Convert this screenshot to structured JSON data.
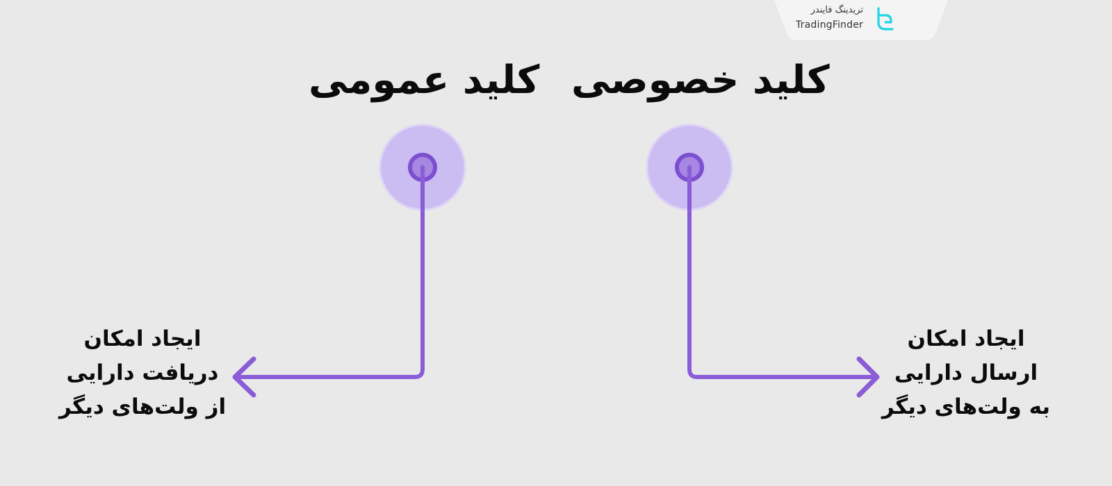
{
  "brand": {
    "name_fa": "تریدینگ فایندر",
    "name_en": "TradingFinder",
    "logo_color": "#1fd4e6"
  },
  "private_key": {
    "title": "کلید خصوصی",
    "description_lines": [
      "ایجاد امکان",
      "ارسال دارایی",
      "به ولت‌های دیگر"
    ],
    "arrow_direction": "right"
  },
  "public_key": {
    "title": "کلید عمومی",
    "description_lines": [
      "ایجاد امکان",
      "دریافت دارایی",
      "از ولت‌های دیگر"
    ],
    "arrow_direction": "left"
  },
  "colors": {
    "background": "#e9e9ea",
    "accent": "#8a5cd6",
    "halo": "#cbbcf1",
    "text": "#0b0b0b"
  }
}
